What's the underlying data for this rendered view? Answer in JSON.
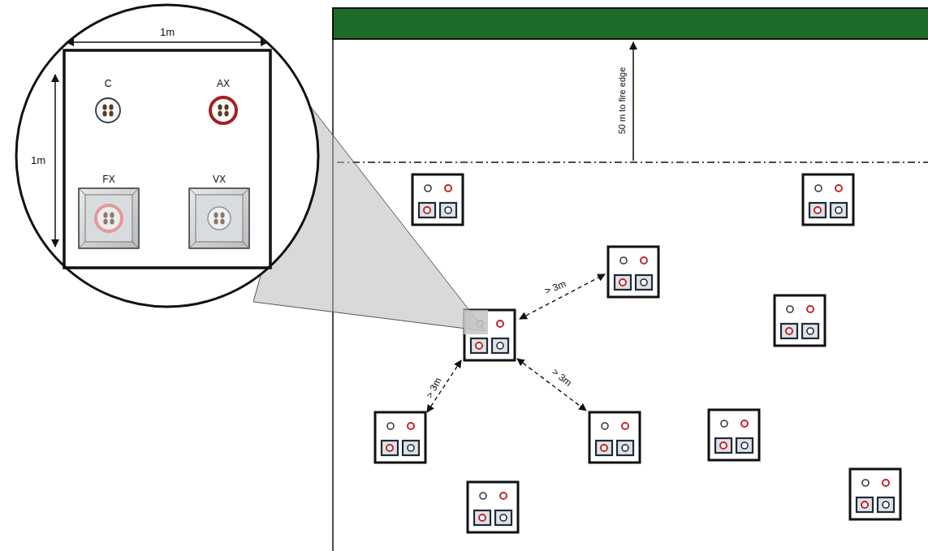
{
  "diagram": {
    "nodes": [
      {
        "text": [
          "C"
        ]
      },
      {
        "text": [
          "AX"
        ]
      },
      {
        "text": [
          "FX"
        ]
      },
      {
        "text": [
          "VX"
        ]
      }
    ],
    "labels": [
      "1m",
      "1m",
      "50 m to fire edge",
      "> 3m",
      "> 3m",
      "> 3m"
    ]
  }
}
